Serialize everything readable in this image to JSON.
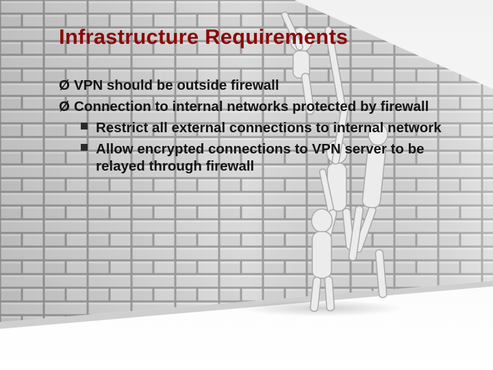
{
  "slide": {
    "title": "Infrastructure Requirements",
    "bullets": [
      {
        "marker": "Ø",
        "text": "VPN should be outside firewall"
      },
      {
        "marker": "Ø",
        "text": "Connection to internal networks protected by firewall",
        "subitems": [
          {
            "text": "Restrict all external connections to internal network"
          },
          {
            "text": "Allow encrypted connections to VPN server to be relayed through firewall"
          }
        ]
      }
    ]
  },
  "colors": {
    "title": "#8b0a0a",
    "body_text": "#141414",
    "wall_brick": "#d6d6d6",
    "wall_mortar": "#9c9c9c",
    "figure": "#ededed"
  },
  "illustration": {
    "subject": "brick-wall-with-climbing-figures"
  }
}
